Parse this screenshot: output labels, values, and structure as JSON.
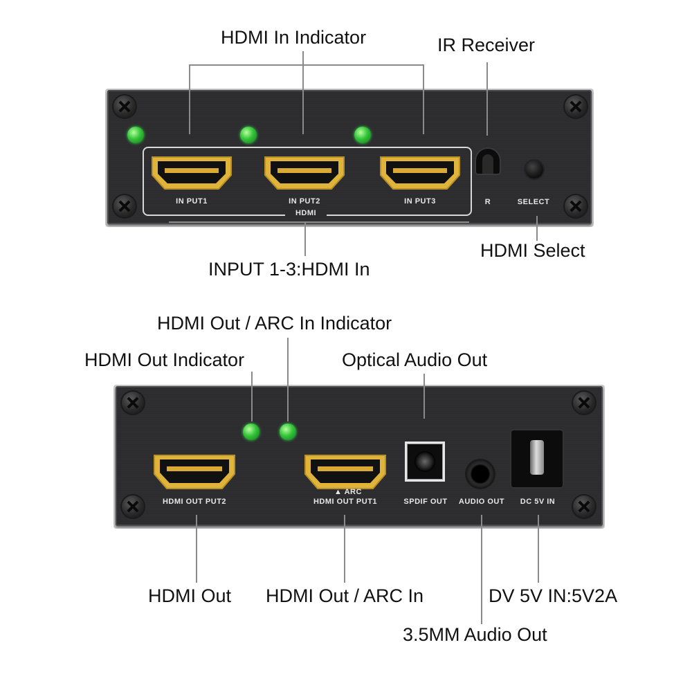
{
  "callouts": {
    "hdmi_in_indicator": "HDMI In Indicator",
    "ir_receiver": "IR Receiver",
    "hdmi_select": "HDMI Select",
    "input_hdmi_in": "INPUT 1-3:HDMI In",
    "hdmi_out_arc_in_indicator": "HDMI Out / ARC In Indicator",
    "hdmi_out_indicator": "HDMI Out Indicator",
    "optical_audio_out": "Optical Audio Out",
    "hdmi_out": "HDMI Out",
    "hdmi_out_arc_in": "HDMI Out / ARC In",
    "dv_5v_in": "DV 5V IN:5V2A",
    "audio_out_35mm": "3.5MM Audio Out"
  },
  "front_panel": {
    "input1": "IN PUT1",
    "input2": "IN PUT2",
    "input3": "IN PUT3",
    "group_label": "HDMI",
    "ir_label": "R",
    "select_label": "SELECT"
  },
  "rear_panel": {
    "output2": "HDMI OUT PUT2",
    "arc_label": "ARC",
    "output1": "HDMI OUT PUT1",
    "spdif": "SPDIF  OUT",
    "audio_out": "AUDIO  OUT",
    "dc_in": "DC 5V IN"
  },
  "colors": {
    "panel": "#2e2e30",
    "led": "#35c43a",
    "hdmi_gold": "#e0b43a",
    "leader_line": "#8a8a8a"
  }
}
